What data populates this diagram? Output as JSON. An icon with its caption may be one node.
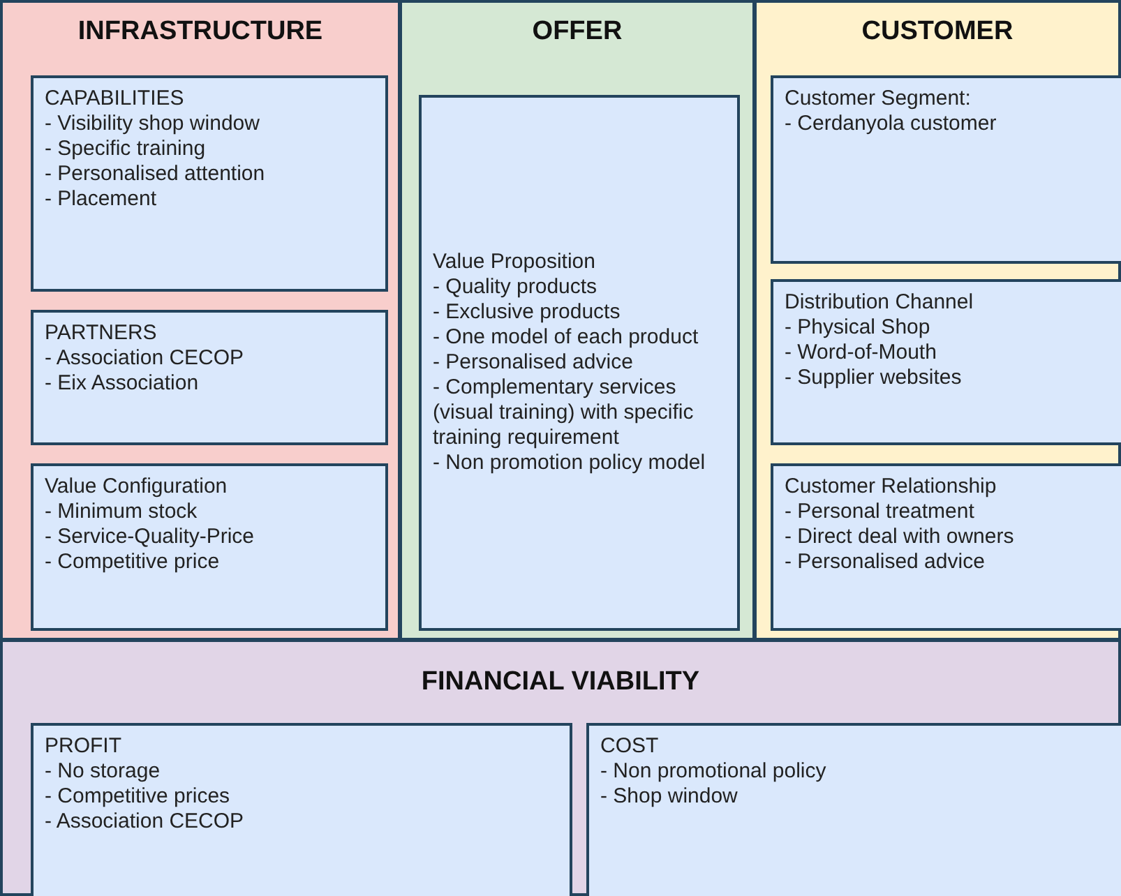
{
  "diagram": {
    "nodes": [
      {
        "text": [
          "INFRASTRUCTURE"
        ]
      },
      {
        "text": [
          "CAPABILITIES",
          "- Visibility shop window",
          "- Specific training",
          "- Personalised attention",
          "- Placement"
        ],
        "in": 0
      },
      {
        "text": [
          "PARTNERS",
          "- Association CECOP",
          "- Eix Association"
        ],
        "in": 0
      },
      {
        "text": [
          "Value Configuration",
          "- Minimum stock",
          "- Service-Quality-Price",
          "- Competitive price"
        ],
        "in": 0
      },
      {
        "text": [
          "OFFER"
        ]
      },
      {
        "text": [
          "Value Proposition",
          "- Quality products",
          "- Exclusive products",
          "- One model of each product",
          "- Personalised advice",
          "- Complementary services (visual training) with specific training requirement",
          "- Non promotion policy model"
        ],
        "in": 4
      },
      {
        "text": [
          "CUSTOMER"
        ]
      },
      {
        "text": [
          "Customer Segment:",
          "- Cerdanyola customer"
        ],
        "in": 6
      },
      {
        "text": [
          "Distribution Channel",
          "- Physical Shop",
          "- Word-of-Mouth",
          "- Supplier websites"
        ],
        "in": 6
      },
      {
        "text": [
          "Customer Relationship",
          "- Personal treatment",
          "- Direct deal with owners",
          "- Personalised advice"
        ],
        "in": 6
      },
      {
        "text": [
          "FINANCIAL VIABILITY"
        ]
      },
      {
        "text": [
          "PROFIT",
          "- No storage",
          "- Competitive prices",
          "- Association CECOP"
        ],
        "in": 10
      },
      {
        "text": [
          "COST",
          "- Non promotional policy",
          "- Shop window"
        ],
        "in": 10
      }
    ]
  }
}
